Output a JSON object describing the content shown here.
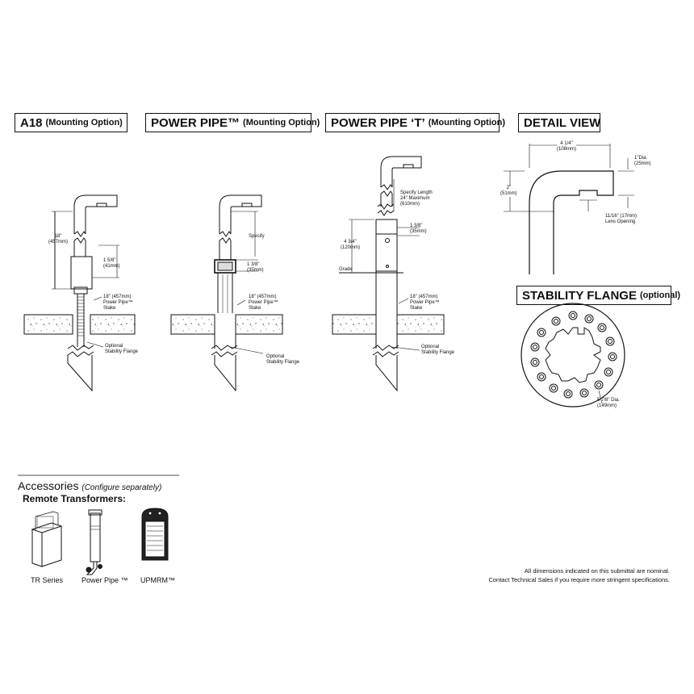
{
  "headers": {
    "a18": {
      "main": "A18",
      "sub": "(Mounting Option)"
    },
    "power_pipe": {
      "main": "POWER PIPE™",
      "sub": "(Mounting Option)"
    },
    "power_pipe_t": {
      "main": "POWER PIPE ‘T’",
      "sub": "(Mounting Option)"
    },
    "detail_view": {
      "main": "DETAIL VIEW"
    },
    "stability_flange": {
      "main": "STABILITY FLANGE",
      "sub": "(optional)"
    }
  },
  "a18": {
    "dim_18": [
      "18\"",
      "(457mm)"
    ],
    "dim_15_8": [
      "1 5/8\"",
      "(41mm)"
    ],
    "stake": [
      "18\" (457mm)",
      "Power Pipe™",
      "Stake"
    ],
    "flange": [
      "Optional",
      "Stability Flange"
    ]
  },
  "power_pipe": {
    "specify": "Specify",
    "dim_13_8": [
      "1 3/8\"",
      "(35mm)"
    ],
    "stake": [
      "18\" (457mm)",
      "Power Pipe™",
      "Stake"
    ],
    "flange": [
      "Optional",
      "Stability Flange"
    ]
  },
  "power_pipe_t": {
    "specify_length": [
      "Specify Length",
      "24\" Maximum",
      "(610mm)"
    ],
    "dim_13_8": [
      "1 3/8\"",
      "(35mm)"
    ],
    "dim_43_4": [
      "4 3/4\"",
      "(120mm)"
    ],
    "grade": "Grade",
    "stake": [
      "18\" (457mm)",
      "Power Pipe™",
      "Stake"
    ],
    "flange": [
      "Optional",
      "Stability Flange"
    ]
  },
  "detail_view": {
    "width": [
      "4 1/4\"",
      "(108mm)"
    ],
    "dia": [
      "1\"Dia.",
      "(25mm)"
    ],
    "height": [
      "2\"",
      "(51mm)"
    ],
    "lens": [
      "11/16\" (17mm)",
      "Lens Opening"
    ]
  },
  "stability_flange": {
    "dia": [
      "5 7/8\" Dia.",
      "(149mm)"
    ]
  },
  "accessories": {
    "title": "Accessories",
    "subtitle": "(Configure separately)",
    "remote_transformers": "Remote Transformers:",
    "items": [
      "TR Series",
      "Power Pipe ™",
      "UPMRM™"
    ]
  },
  "notes": [
    "All dimensions indicated on this submittal are nominal.",
    "Contact Technical Sales if you require more stringent specifications."
  ]
}
